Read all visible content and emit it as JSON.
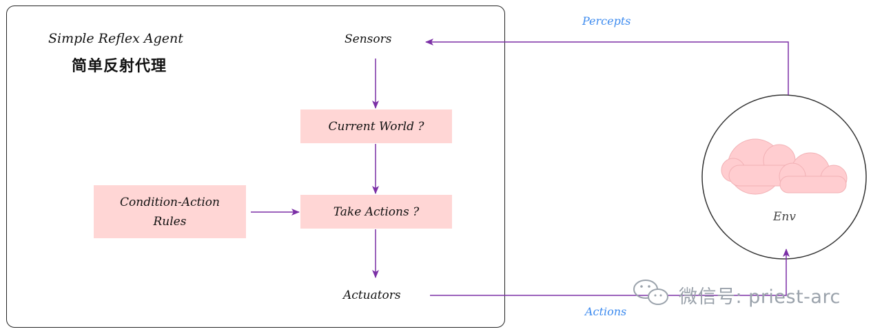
{
  "title": {
    "en": "Simple Reflex Agent",
    "zh": "简单反射代理"
  },
  "nodes": {
    "sensors": "Sensors",
    "current_world": "Current World ?",
    "take_actions": "Take Actions ?",
    "rules_line1": "Condition-Action",
    "rules_line2": "Rules",
    "actuators": "Actuators",
    "env": "Env"
  },
  "edges": {
    "percepts": "Percepts",
    "actions": "Actions"
  },
  "watermark": "微信号: priest-arc",
  "colors": {
    "arrow": "#7b2fa6",
    "box_fill": "#ffd6d5",
    "edge_label": "#3d8bef",
    "cloud": "#ffcdd0"
  }
}
